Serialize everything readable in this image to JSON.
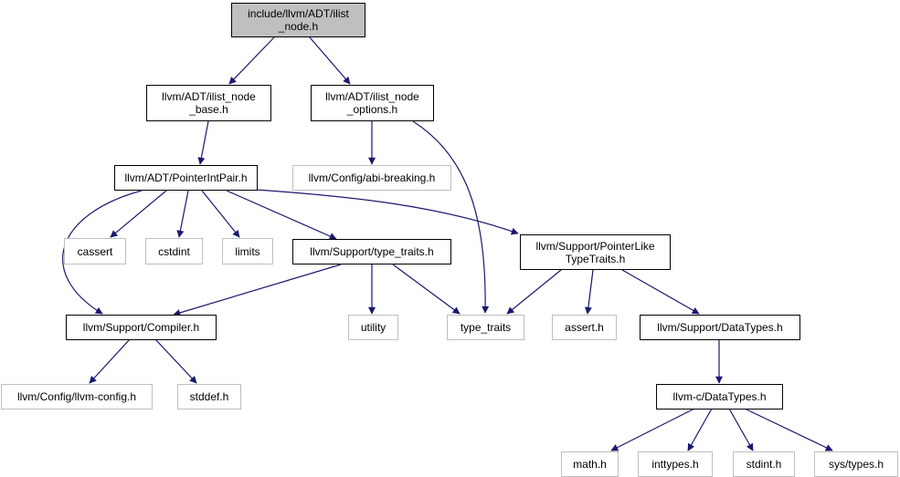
{
  "colors": {
    "edge": "#191970",
    "root_fill": "#bfbfbf",
    "node_border": "#000000",
    "external_border": "#bfbfbf"
  },
  "nodes": {
    "root": "include/llvm/ADT/ilist\n_node.h",
    "ilist_node_base": "llvm/ADT/ilist_node\n_base.h",
    "ilist_node_options": "llvm/ADT/ilist_node\n_options.h",
    "pointer_int_pair": "llvm/ADT/PointerIntPair.h",
    "abi_breaking": "llvm/Config/abi-breaking.h",
    "cassert": "cassert",
    "cstdint": "cstdint",
    "limits": "limits",
    "support_type_traits": "llvm/Support/type_traits.h",
    "pointer_like_type_traits": "llvm/Support/PointerLike\nTypeTraits.h",
    "compiler": "llvm/Support/Compiler.h",
    "utility": "utility",
    "type_traits": "type_traits",
    "assert_h": "assert.h",
    "data_types": "llvm/Support/DataTypes.h",
    "llvm_config": "llvm/Config/llvm-config.h",
    "stddef": "stddef.h",
    "c_data_types": "llvm-c/DataTypes.h",
    "math": "math.h",
    "inttypes": "inttypes.h",
    "stdint": "stdint.h",
    "sys_types": "sys/types.h"
  }
}
